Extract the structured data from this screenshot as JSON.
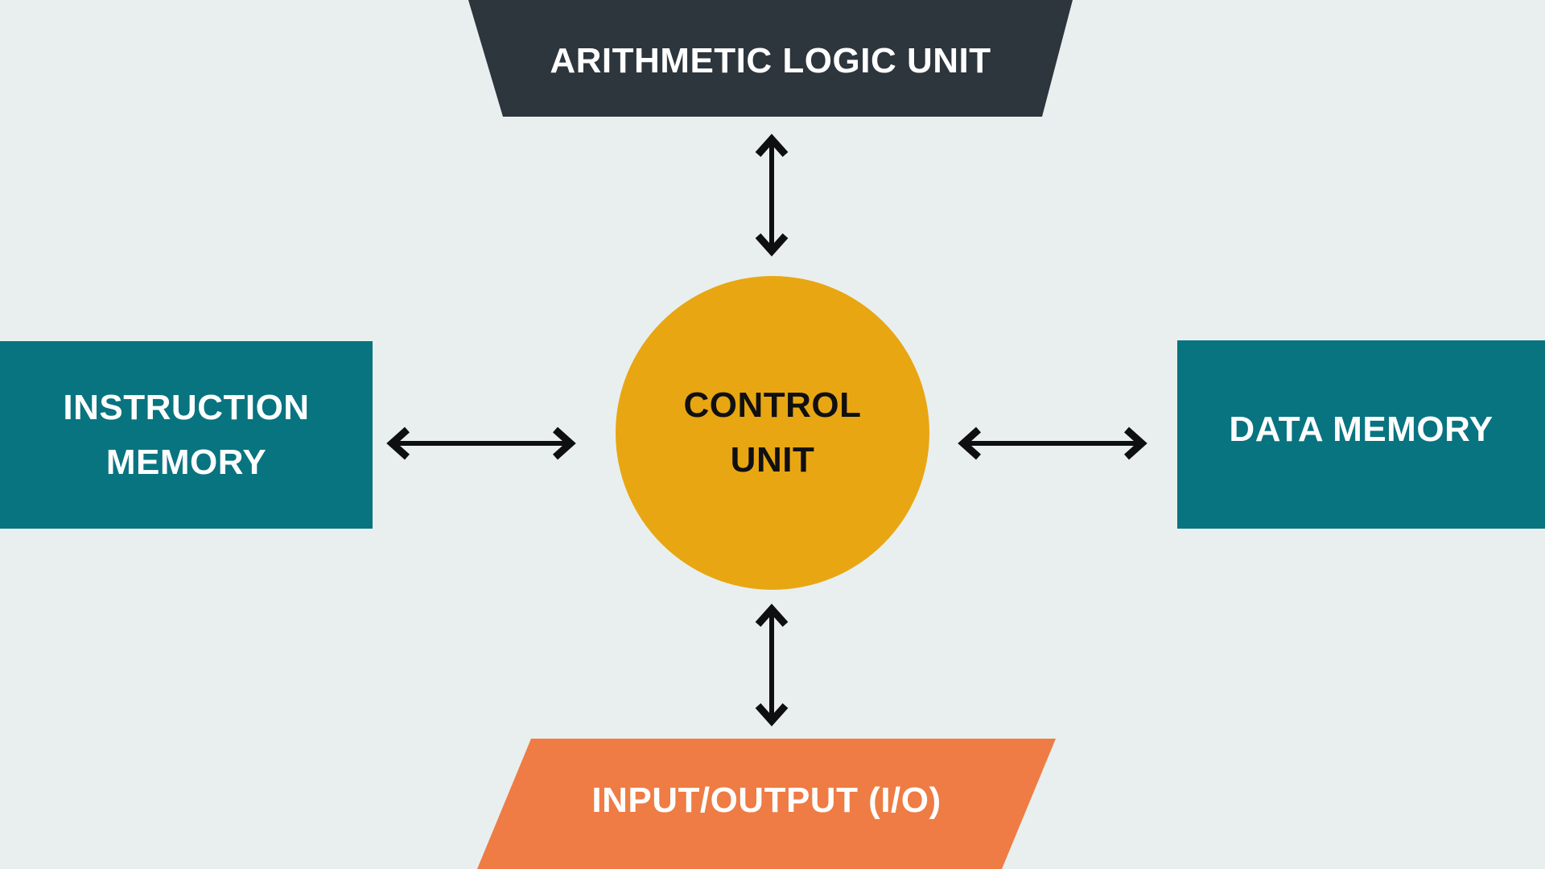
{
  "colors": {
    "background": "#e9efee",
    "dark": "#2d353d",
    "teal": "#087480",
    "amber": "#e8a612",
    "orange": "#ee7c44",
    "arrow": "#0e0f10",
    "text_light": "#ffffff",
    "text_dark": "#101010"
  },
  "nodes": {
    "alu": {
      "label": "ARITHMETIC LOGIC UNIT"
    },
    "control_unit": {
      "line1": "CONTROL",
      "line2": "UNIT"
    },
    "instruction_memory": {
      "line1": "INSTRUCTION",
      "line2": "MEMORY"
    },
    "data_memory": {
      "label": "DATA MEMORY"
    },
    "io": {
      "label": "INPUT/OUTPUT (I/O)"
    }
  }
}
